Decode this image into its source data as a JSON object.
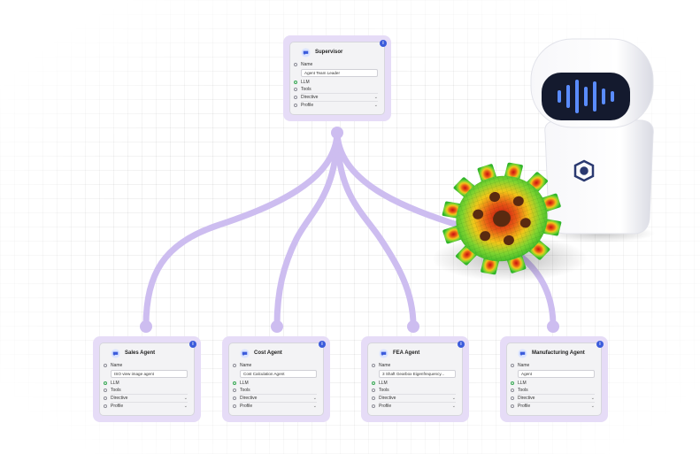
{
  "nodes": {
    "supervisor": {
      "title": "Supervisor",
      "info": "i",
      "name_label": "Name",
      "name_value": "Agent Team Leader",
      "llm_label": "LLM",
      "tools_label": "Tools",
      "directive_label": "Directive",
      "profile_label": "Profile"
    },
    "sales": {
      "title": "Sales Agent",
      "info": "i",
      "name_label": "Name",
      "name_value": "ISO view image agent",
      "llm_label": "LLM",
      "tools_label": "Tools",
      "directive_label": "Directive",
      "profile_label": "Profile"
    },
    "cost": {
      "title": "Cost Agent",
      "info": "i",
      "name_label": "Name",
      "name_value": "Cost Calculation Agent",
      "llm_label": "LLM",
      "tools_label": "Tools",
      "directive_label": "Directive",
      "profile_label": "Profile"
    },
    "fea": {
      "title": "FEA Agent",
      "info": "i",
      "name_label": "Name",
      "name_value": "3 Shaft Gearbox Eigenfrequency...",
      "llm_label": "LLM",
      "tools_label": "Tools",
      "directive_label": "Directive",
      "profile_label": "Profile"
    },
    "manufacturing": {
      "title": "Manufacturing Agent",
      "info": "i",
      "name_label": "Name",
      "name_value": "Agent",
      "llm_label": "LLM",
      "tools_label": "Tools",
      "directive_label": "Directive",
      "profile_label": "Profile"
    }
  },
  "colors": {
    "connector": "#cdbdf0",
    "node_halo": "#e6dcf7",
    "accent_blue": "#3b5bdb",
    "robot_visor": "#141a2e",
    "robot_wave": "#5a8cff"
  },
  "icons": {
    "node_icon": "agent-chat-icon",
    "info_badge": "info-icon",
    "dropdown": "chevron-down-icon",
    "robot_logo": "hexagon-logo-icon"
  }
}
